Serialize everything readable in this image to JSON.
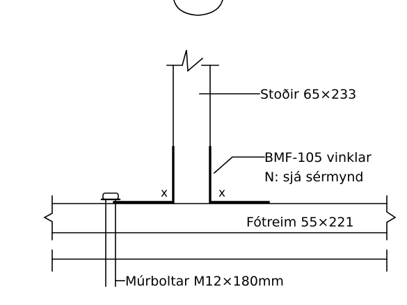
{
  "labels": {
    "post": "Stoðir 65×233",
    "bracket_line1": "BMF-105 vinklar",
    "bracket_line2": "N: sjá sérmynd",
    "sill": "Fótreim 55×221",
    "bolt": "Múrboltar M12×180mm"
  },
  "weld_marks": {
    "left": "x",
    "right": "x"
  }
}
